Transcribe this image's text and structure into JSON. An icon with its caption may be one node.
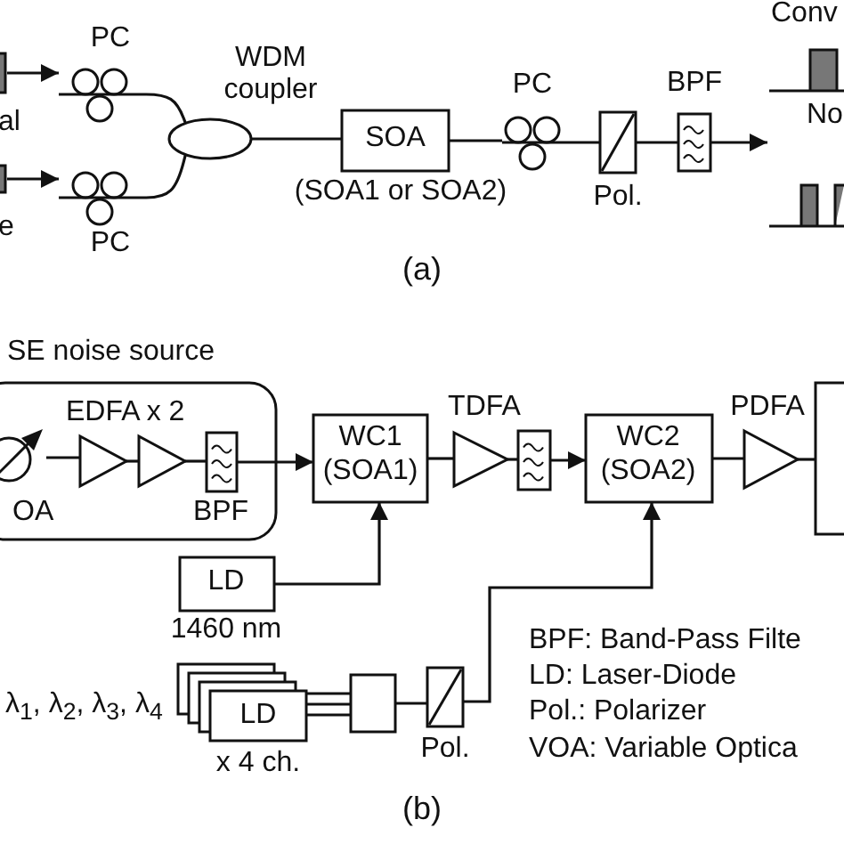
{
  "diagram": {
    "nodes": [
      {
        "text": [
          "PC"
        ]
      },
      {
        "text": [
          "PC"
        ]
      },
      {
        "text": [
          "WDM coupler"
        ]
      },
      {
        "text": [
          "SOA"
        ],
        "beside": [
          "(SOA1 or SOA2)"
        ]
      },
      {
        "text": [
          "PC"
        ]
      },
      {
        "text": [
          "Pol."
        ]
      },
      {
        "text": [
          "BPF"
        ]
      },
      {
        "text": [
          "SE noise source"
        ]
      },
      {
        "text": [
          "OA"
        ],
        "in": 7
      },
      {
        "text": [],
        "shape": "triangle",
        "in": 7
      },
      {
        "text": [],
        "shape": "triangle",
        "in": 7
      },
      {
        "text": [
          "BPF"
        ],
        "in": 7
      },
      {
        "text": [
          "WC1",
          "(SOA1)"
        ]
      },
      {
        "text": [
          "TDFA"
        ]
      },
      {
        "text": [],
        "shape": "box"
      },
      {
        "text": [
          "WC2",
          "(SOA2)"
        ]
      },
      {
        "text": [
          "PDFA"
        ]
      },
      {
        "text": [],
        "shape": "box"
      },
      {
        "text": [
          "LD"
        ],
        "beside": [
          "1460 nm"
        ]
      },
      {
        "text": [
          "LD"
        ],
        "beside": [
          "x 4 ch."
        ]
      },
      {
        "text": [],
        "shape": "box"
      },
      {
        "text": [
          "Pol."
        ]
      },
      {
        "text": [],
        "shape": "bar"
      },
      {
        "text": [],
        "shape": "bar"
      }
    ],
    "edges": [
      {
        "from": 22,
        "to": 0,
        "arrow": "to"
      },
      {
        "from": 23,
        "to": 1,
        "arrow": "to"
      },
      {
        "from": 0,
        "to": 2,
        "arrow": "none"
      },
      {
        "from": 1,
        "to": 2,
        "arrow": "none"
      },
      {
        "from": 2,
        "to": 3,
        "arrow": "none"
      },
      {
        "from": 3,
        "to": 4,
        "arrow": "none"
      },
      {
        "from": 4,
        "to": 5,
        "arrow": "none"
      },
      {
        "from": 5,
        "to": 6,
        "arrow": "none"
      },
      {
        "from": 6,
        "to": null,
        "arrow": "to"
      },
      {
        "from": 8,
        "to": 9,
        "arrow": "none"
      },
      {
        "from": 9,
        "to": 10,
        "arrow": "none"
      },
      {
        "from": 10,
        "to": 11,
        "arrow": "none"
      },
      {
        "from": 11,
        "to": 12,
        "arrow": "to"
      },
      {
        "from": 12,
        "to": 13,
        "arrow": "none"
      },
      {
        "from": 13,
        "to": 14,
        "arrow": "none"
      },
      {
        "from": 14,
        "to": 15,
        "arrow": "to"
      },
      {
        "from": 15,
        "to": 16,
        "arrow": "none"
      },
      {
        "from": 16,
        "to": 17,
        "arrow": "none"
      },
      {
        "from": 18,
        "to": 12,
        "arrow": "to"
      },
      {
        "from": 19,
        "to": 20,
        "arrow": "none"
      },
      {
        "from": 20,
        "to": 21,
        "arrow": "none"
      },
      {
        "from": 21,
        "to": 15,
        "arrow": "to"
      }
    ],
    "labels": [
      "Conv",
      "al",
      "No",
      "e",
      "(a)",
      "EDFA x 2",
      "λ$_{1}$, λ$_{2}$, λ$_{3}$, λ$_{4}$",
      "BPF: Band-Pass Filte",
      "LD: Laser-Diode",
      "Pol.: Polarizer",
      "VOA: Variable Optica",
      "(b)"
    ]
  }
}
